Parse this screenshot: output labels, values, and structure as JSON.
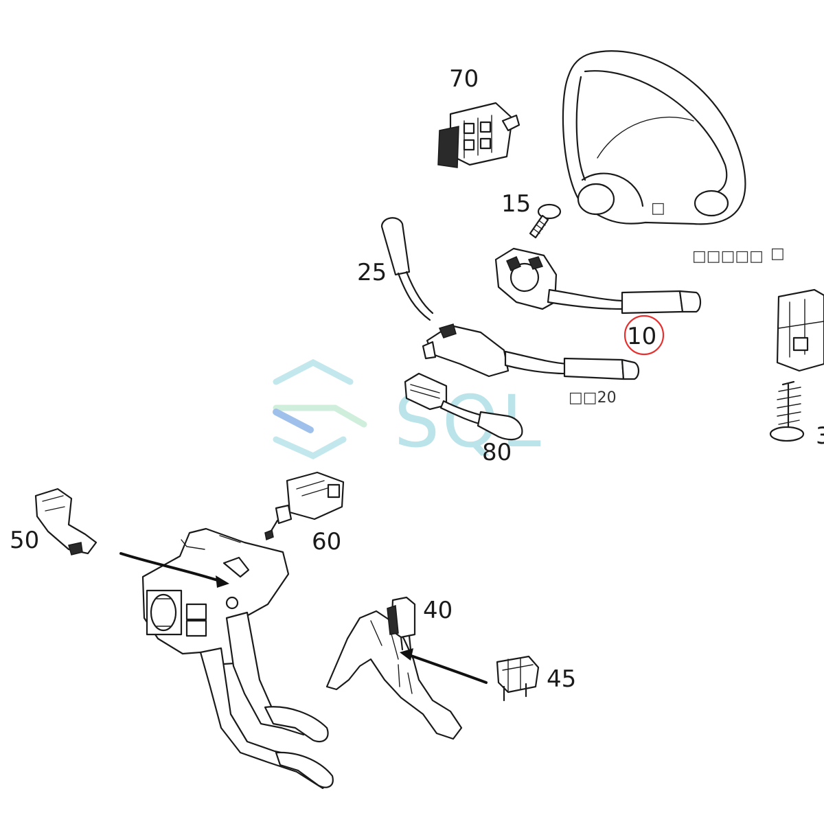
{
  "parts": [
    {
      "id": "p70",
      "label": "70"
    },
    {
      "id": "p15",
      "label": "15"
    },
    {
      "id": "p25",
      "label": "25"
    },
    {
      "id": "p10",
      "label": "10"
    },
    {
      "id": "p20",
      "label": "□□20"
    },
    {
      "id": "p80",
      "label": "80"
    },
    {
      "id": "p50",
      "label": "50"
    },
    {
      "id": "p60",
      "label": "60"
    },
    {
      "id": "p40",
      "label": "40"
    },
    {
      "id": "p45",
      "label": "45"
    },
    {
      "id": "p3x",
      "label": "3"
    }
  ],
  "misc_marks": [
    "□",
    "□□□□□",
    "□"
  ],
  "highlight": {
    "part": "10",
    "color": "#e53030"
  },
  "watermark": {
    "text": "SQL",
    "color": "#aee0e6"
  },
  "colors": {
    "line": "#1a1a1a",
    "background": "#ffffff"
  }
}
